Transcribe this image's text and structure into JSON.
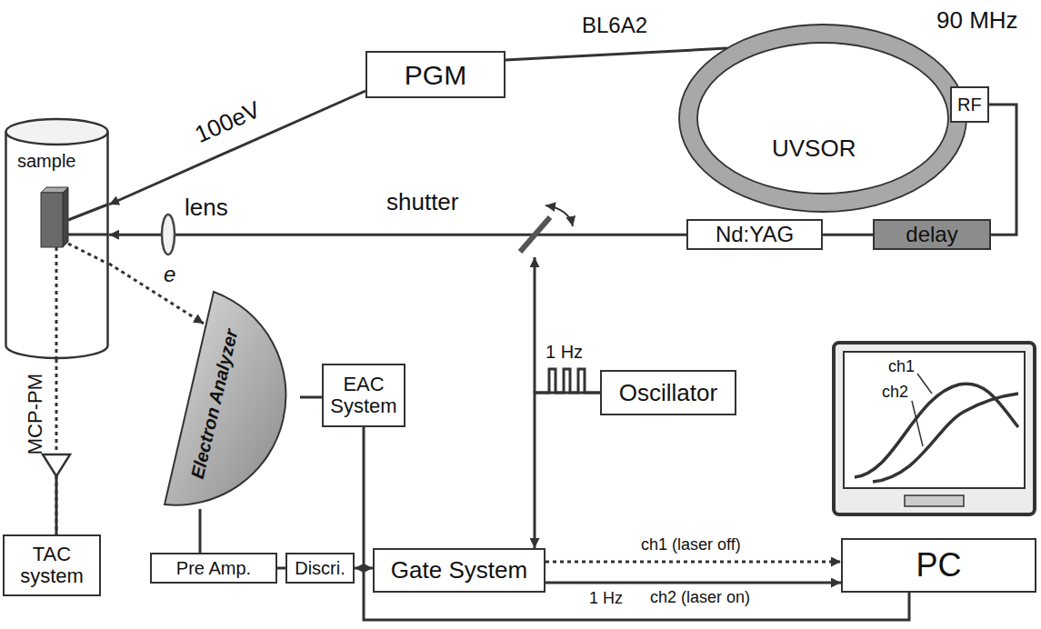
{
  "diagram": {
    "nodes": [
      {
        "text": [
          "sample"
        ]
      },
      {
        "text": [
          "PGM"
        ]
      },
      {
        "text": [
          "UVSOR"
        ]
      },
      {
        "text": [
          "RF"
        ]
      },
      {
        "text": [
          "Nd:YAG"
        ]
      },
      {
        "text": [
          "delay"
        ]
      },
      {
        "text": [
          "Electron Analyzer"
        ]
      },
      {
        "text": [
          "EAC System"
        ]
      },
      {
        "text": [
          "Oscillator"
        ]
      },
      {
        "text": [
          "ch1",
          "ch2"
        ]
      },
      {
        "text": [
          "TAC system"
        ]
      },
      {
        "text": [
          "Pre Amp."
        ]
      },
      {
        "text": [
          "Discri."
        ]
      },
      {
        "text": [
          "Gate System"
        ]
      },
      {
        "text": [
          "PC"
        ]
      }
    ],
    "edges": [
      {
        "from": 2,
        "to": 1,
        "arrow": "none",
        "label": "BL6A2"
      },
      {
        "from": 1,
        "to": 0,
        "arrow": "to",
        "label": "100eV"
      },
      {
        "from": 3,
        "to": 5,
        "arrow": "none"
      },
      {
        "from": 5,
        "to": 4,
        "arrow": "none"
      },
      {
        "from": 4,
        "to": 0,
        "arrow": "to"
      },
      {
        "from": 0,
        "to": 6,
        "arrow": "to",
        "label": "e"
      },
      {
        "from": 0,
        "to": 10,
        "arrow": "none"
      },
      {
        "from": 6,
        "to": 11,
        "arrow": "none"
      },
      {
        "from": 6,
        "to": 7,
        "arrow": "none"
      },
      {
        "from": 7,
        "to": 14,
        "arrow": "none"
      },
      {
        "from": 11,
        "to": 12,
        "arrow": "none"
      },
      {
        "from": 12,
        "to": 13,
        "arrow": "both"
      },
      {
        "from": 8,
        "to": 13,
        "arrow": "to"
      },
      {
        "from": 13,
        "to": 14,
        "arrow": "to",
        "label": "ch1 (laser off)"
      },
      {
        "from": 13,
        "to": 14,
        "arrow": "to",
        "label": "ch2 (laser on)"
      }
    ],
    "labels": [
      "90 MHz",
      "lens",
      "shutter",
      "1 Hz",
      "MCP-PM",
      "1 Hz"
    ]
  }
}
